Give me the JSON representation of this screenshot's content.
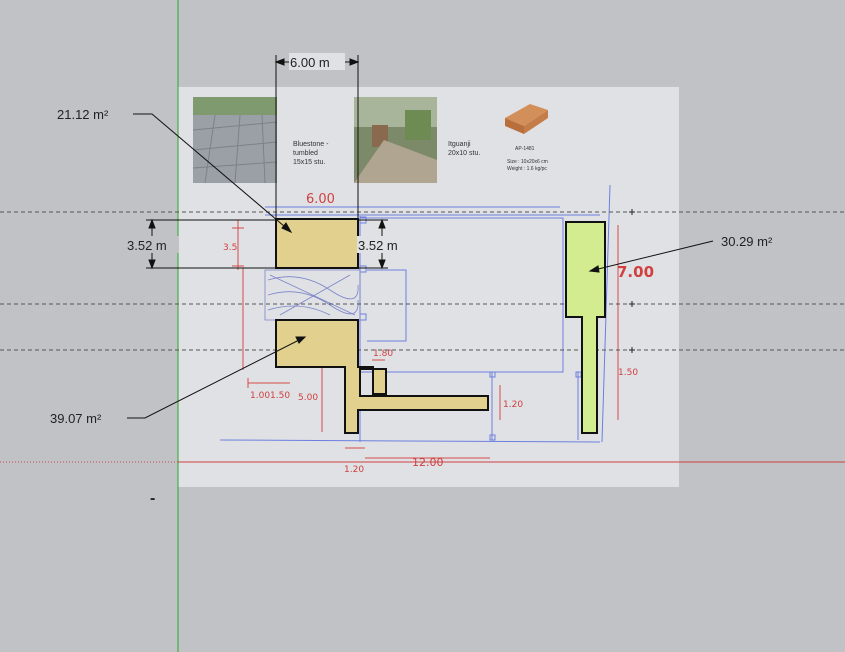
{
  "axes": {
    "green_axis_color": "#2aa52a",
    "red_axis_color": "#d04040",
    "guide_color": "#555555"
  },
  "reference_image": {
    "tile1_caption_line1": "Bluestone -",
    "tile1_caption_line2": "tumbled",
    "tile1_caption_line3": "15x15 stu.",
    "tile2_caption_line1": "Itguanji",
    "tile2_caption_line2": "20x10 stu.",
    "brick_spec_line1": "AP-1481",
    "brick_spec_line2": "Size : 10x20x6 cm",
    "brick_spec_line3": "Weight : 1.6 kg/pc"
  },
  "sketch_notes": {
    "top_width": "6.00",
    "right_height": "7.00",
    "dim_350": "3.5",
    "dim_150": "1.50",
    "dim_500": "5.00",
    "dim_120": "1.20",
    "dim_1200": "12.00",
    "dim_120b": "1.20",
    "dim_180": "1.80",
    "dim_130_left": "1.00",
    "dim_130_right": "1.50"
  },
  "dimensions": {
    "top_width": "6.00 m",
    "left_height": "3.52 m",
    "mid_height": "3.52 m"
  },
  "area_labels": {
    "top_left": "21.12 m²",
    "bottom_left": "39.07 m²",
    "right": "30.29 m²"
  },
  "colors": {
    "tan_fill": "#e2d08e",
    "green_fill": "#d2ec8f",
    "sketch_blue": "#5b6fd6",
    "sketch_red": "#d64a4a"
  },
  "misc": {
    "minus_marker": "-"
  }
}
